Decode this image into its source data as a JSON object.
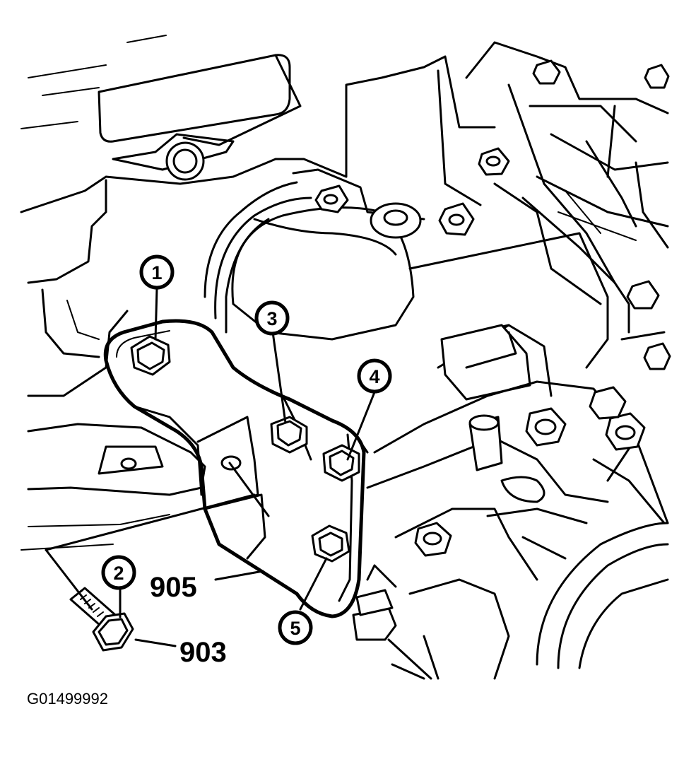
{
  "callouts": [
    {
      "id": "1",
      "label": "1"
    },
    {
      "id": "2",
      "label": "2"
    },
    {
      "id": "3",
      "label": "3"
    },
    {
      "id": "4",
      "label": "4"
    },
    {
      "id": "5",
      "label": "5"
    }
  ],
  "references": {
    "bracket": "905",
    "bolt": "903"
  },
  "figure_id": "G01499992",
  "colors": {
    "line": "#000000",
    "background": "#ffffff"
  }
}
